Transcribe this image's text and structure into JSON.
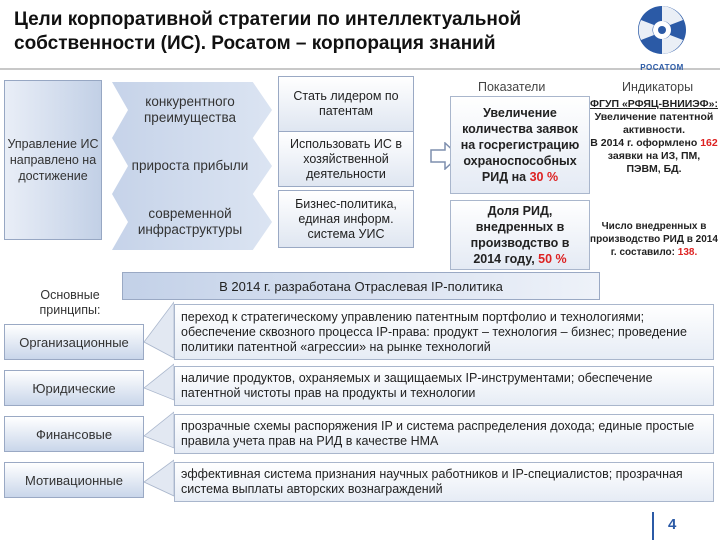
{
  "header": {
    "title": "Цели корпоративной стратегии по интеллектуальной собственности (ИС). Росатом – корпорация знаний",
    "logo_text": "РОСАТОМ"
  },
  "left_box": "Управление ИС направлено на достижение",
  "chevrons": [
    "конкурентного преимущества",
    "прироста прибыли",
    "современной инфраструктуры"
  ],
  "goals": [
    "Стать лидером по патентам",
    "Использовать ИС в хозяйственной деятельности",
    "Бизнес-политика, единая информ. система УИС"
  ],
  "columns": {
    "indicators": "Показатели",
    "metrics": "Индикаторы"
  },
  "indicator_1": {
    "text": "Увеличение количества заявок на госрегистрацию охраноспособных РИД на",
    "value": "30 %"
  },
  "indicator_2": {
    "text": "Доля РИД, внедренных в производство в 2014 году,",
    "value": "50 %"
  },
  "metric_1": {
    "org": "ФГУП «РФЯЦ-ВНИИЭФ»:",
    "line": "Увеличение патентной активности.",
    "text_a": "В 2014 г. оформлено",
    "count": "162",
    "text_b": "заявки на ИЗ, ПМ, ПЭВМ, БД."
  },
  "metric_2": {
    "text": "Число внедренных в производство РИД в 2014 г. составило:",
    "count": "138."
  },
  "banner": "В 2014 г. разработана Отраслевая IP-политика",
  "principles_label": "Основные принципы:",
  "principles": [
    {
      "name": "Организационные",
      "desc": "переход к стратегическому управлению патентным портфолио и технологиями; обеспечение сквозного процесса IP-права: продукт – технология – бизнес; проведение политики патентной «агрессии» на рынке технологий"
    },
    {
      "name": "Юридические",
      "desc": "наличие продуктов, охраняемых и защищаемых IP-инструментами; обеспечение патентной чистоты прав на продукты и технологии"
    },
    {
      "name": "Финансовые",
      "desc": "прозрачные схемы распоряжения IP и система распределения дохода; единые простые правила учета прав на РИД в качестве НМА"
    },
    {
      "name": "Мотивационные",
      "desc": "эффективная система признания научных работников и IP-специалистов; прозрачная система выплаты авторских вознаграждений"
    }
  ],
  "page_number": "4",
  "colors": {
    "accent": "#2b5aa6",
    "highlight": "#dd2222"
  },
  "icons": [
    "rosatom-logo-icon",
    "arrow-right-icon"
  ]
}
